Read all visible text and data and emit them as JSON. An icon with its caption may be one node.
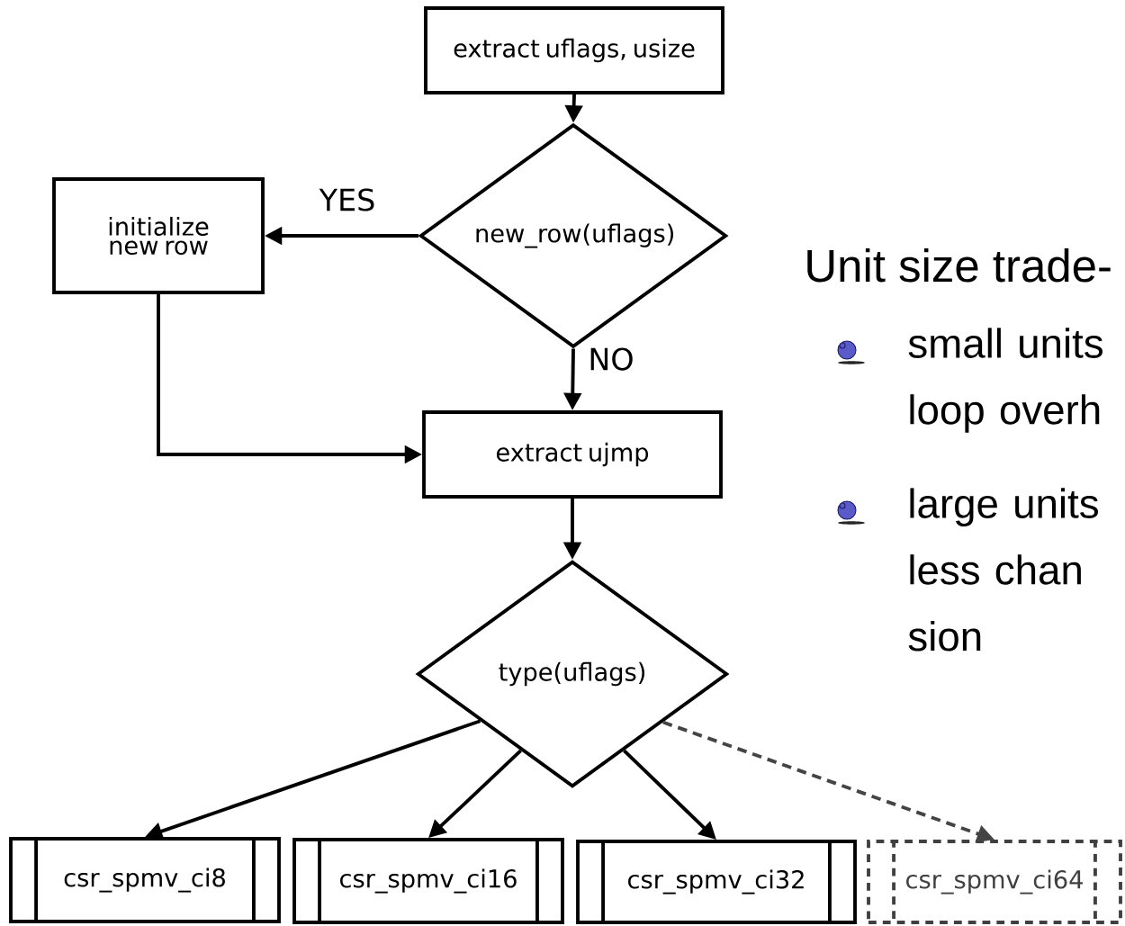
{
  "diagram": {
    "nodes": [
      {
        "text": [
          "extract uflags, usize"
        ]
      },
      {
        "text": [
          "new_row(uflags)"
        ]
      },
      {
        "text": [
          "initialize new row"
        ]
      },
      {
        "text": [
          "extract ujmp"
        ]
      },
      {
        "text": [
          "type(uflags)"
        ]
      },
      {
        "text": [
          "csr_spmv_ci8"
        ]
      },
      {
        "text": [
          "csr_spmv_ci16"
        ]
      },
      {
        "text": [
          "csr_spmv_ci32"
        ]
      },
      {
        "text": [
          "csr_spmv_ci64"
        ]
      }
    ],
    "edges": [
      {
        "from": 0,
        "to": 1,
        "arrow": "to"
      },
      {
        "from": 1,
        "to": 2,
        "arrow": "to",
        "label": "YES"
      },
      {
        "from": 1,
        "to": 3,
        "arrow": "to",
        "label": "NO"
      },
      {
        "from": 2,
        "to": 3,
        "arrow": "to"
      },
      {
        "from": 3,
        "to": 4,
        "arrow": "to"
      },
      {
        "from": 4,
        "to": 5,
        "arrow": "to"
      },
      {
        "from": 4,
        "to": 6,
        "arrow": "to"
      },
      {
        "from": 4,
        "to": 7,
        "arrow": "to"
      },
      {
        "from": 4,
        "to": 8,
        "arrow": "to",
        "style": "dashed",
        "color": "#444444"
      }
    ],
    "labels": [
      "Unit size trade-",
      "small units loop overh",
      "large units less chan sion"
    ]
  }
}
